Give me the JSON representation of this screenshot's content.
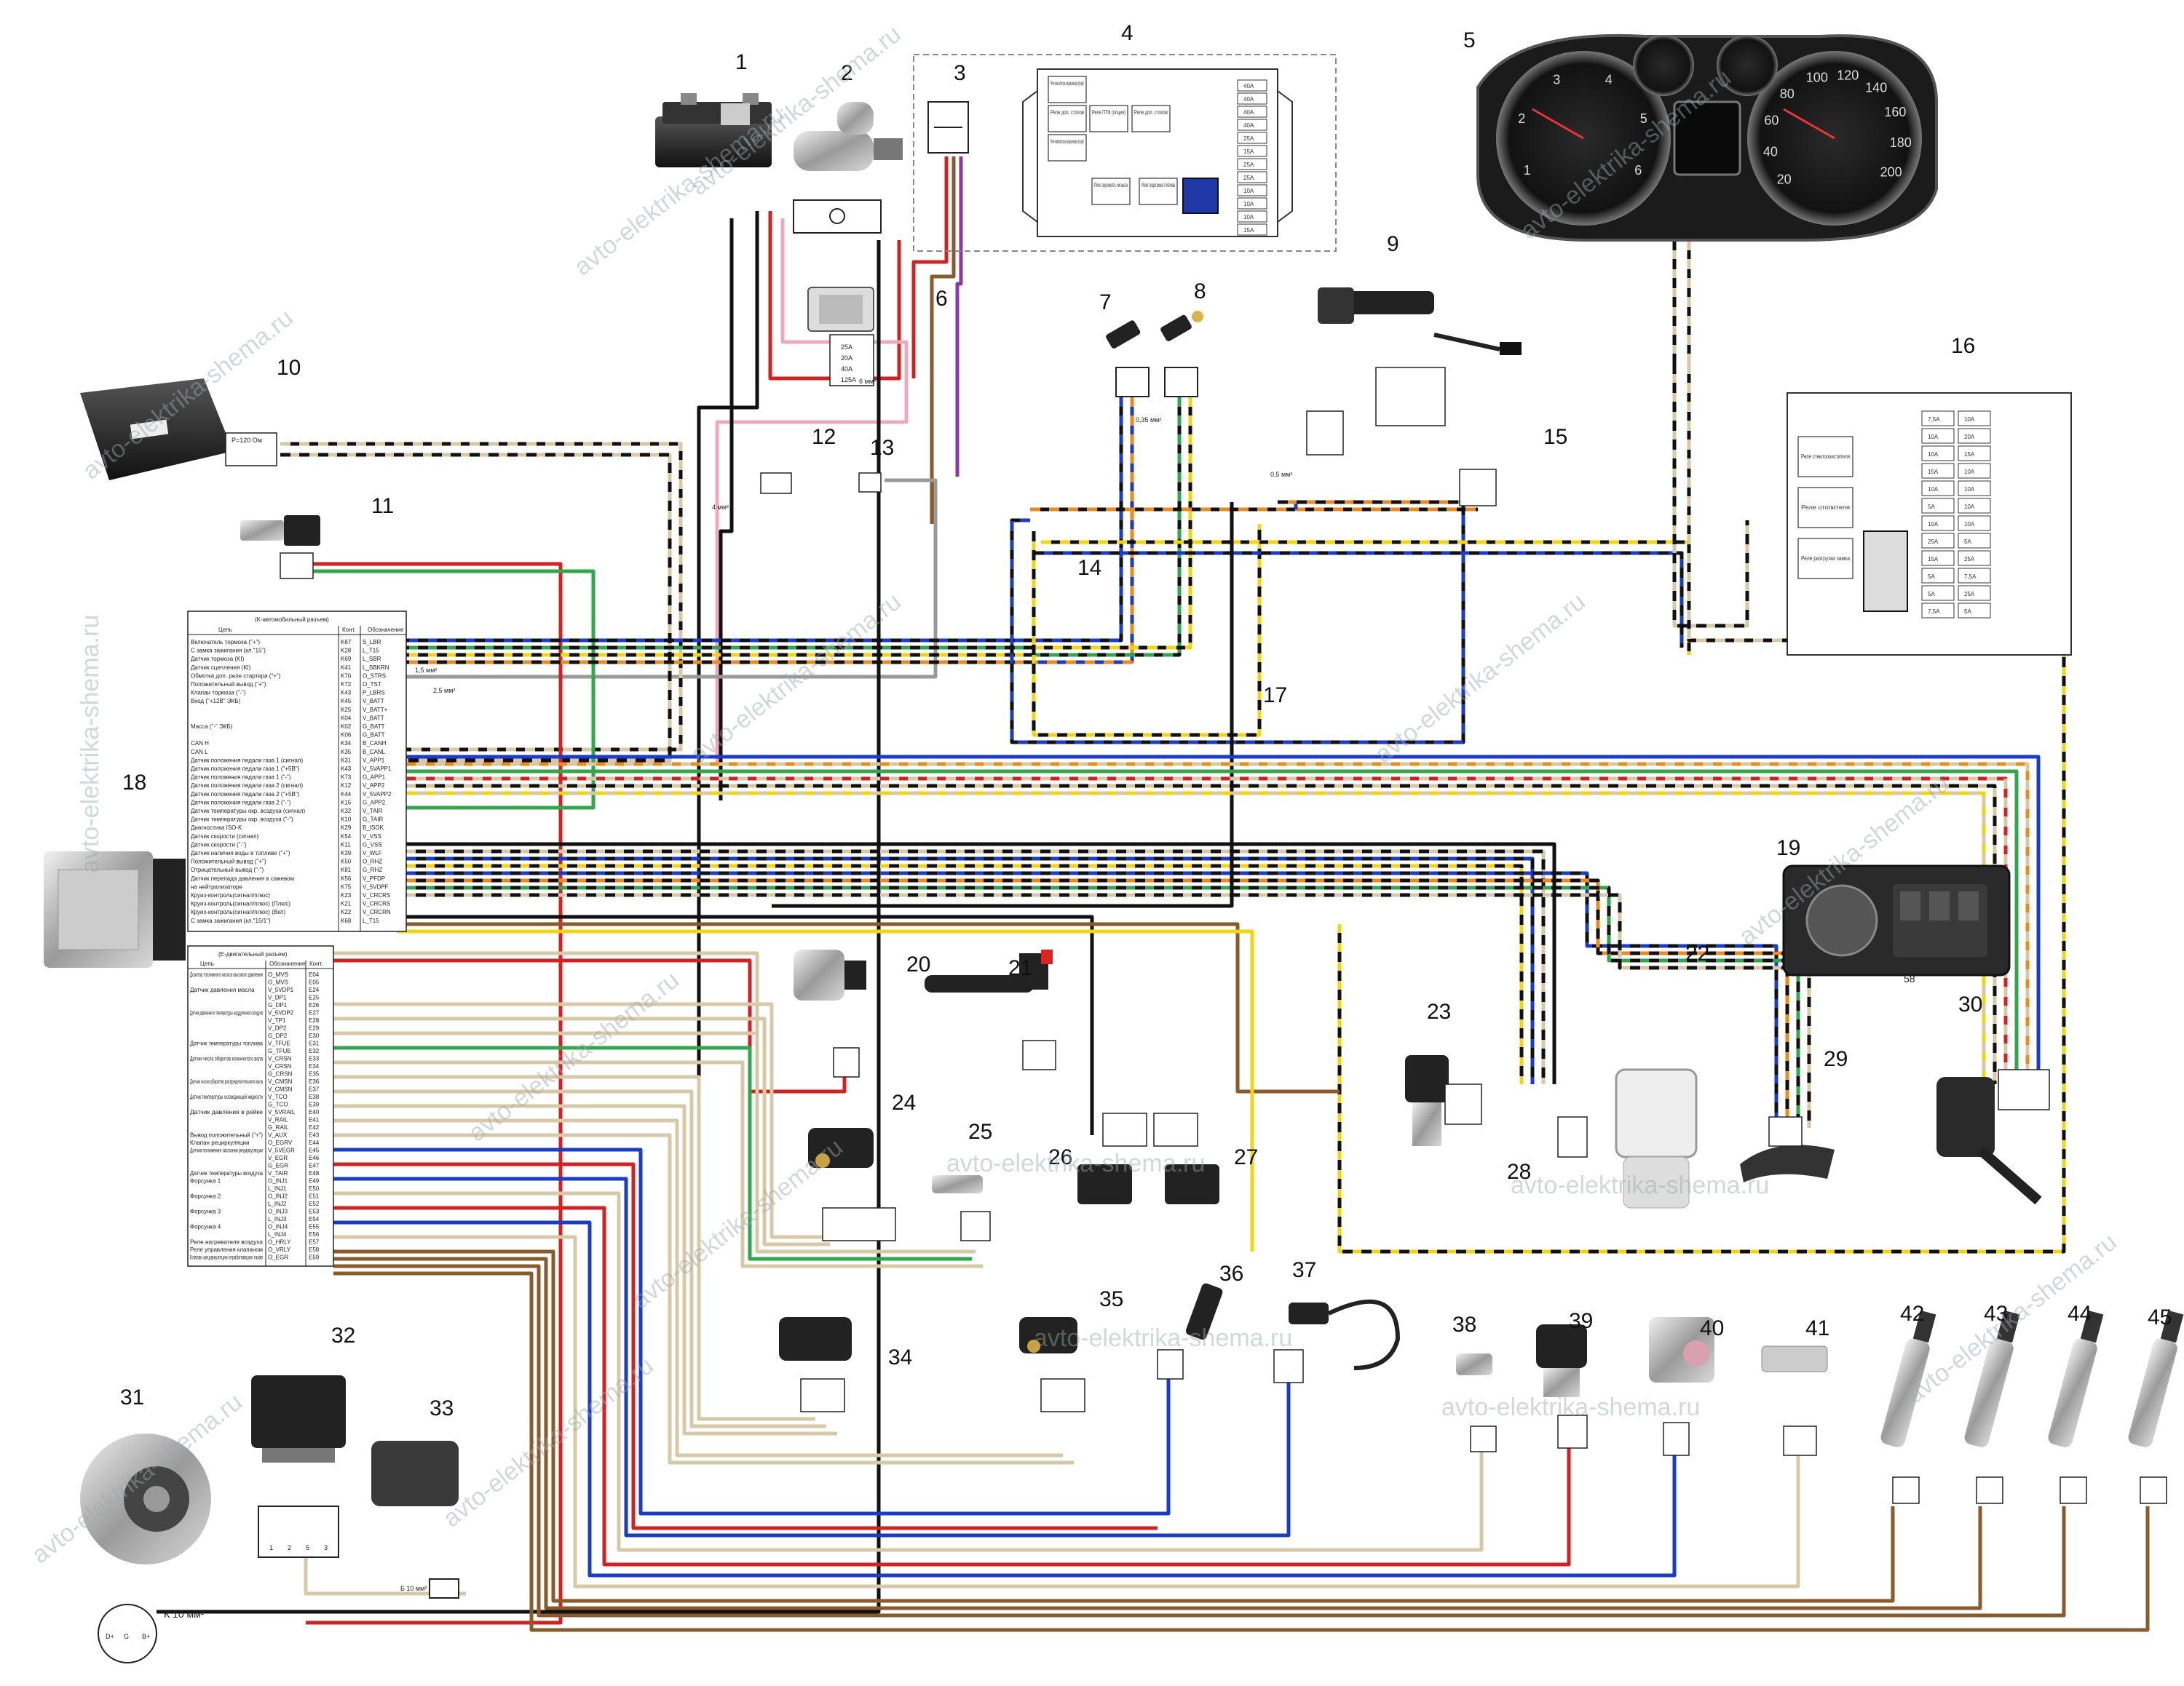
{
  "components": [
    {
      "id": "1"
    },
    {
      "id": "2"
    },
    {
      "id": "3"
    },
    {
      "id": "4"
    },
    {
      "id": "5"
    },
    {
      "id": "6"
    },
    {
      "id": "7"
    },
    {
      "id": "8"
    },
    {
      "id": "9"
    },
    {
      "id": "10"
    },
    {
      "id": "11"
    },
    {
      "id": "12"
    },
    {
      "id": "13"
    },
    {
      "id": "14"
    },
    {
      "id": "15"
    },
    {
      "id": "16"
    },
    {
      "id": "17"
    },
    {
      "id": "18"
    },
    {
      "id": "19"
    },
    {
      "id": "20"
    },
    {
      "id": "21"
    },
    {
      "id": "22"
    },
    {
      "id": "23"
    },
    {
      "id": "24"
    },
    {
      "id": "25"
    },
    {
      "id": "26"
    },
    {
      "id": "27"
    },
    {
      "id": "28"
    },
    {
      "id": "29"
    },
    {
      "id": "30"
    },
    {
      "id": "31"
    },
    {
      "id": "32"
    },
    {
      "id": "33"
    },
    {
      "id": "34"
    },
    {
      "id": "35"
    },
    {
      "id": "36"
    },
    {
      "id": "37"
    },
    {
      "id": "38"
    },
    {
      "id": "39"
    },
    {
      "id": "40"
    },
    {
      "id": "41"
    },
    {
      "id": "42"
    },
    {
      "id": "43"
    },
    {
      "id": "44"
    },
    {
      "id": "45"
    }
  ],
  "watermark": "avto-elektrika-shema.ru",
  "connector_k_title": "(K-автомобильный разъем)",
  "connector_k_header": [
    "Цепь",
    "Конт.",
    "Обозначение"
  ],
  "connector_k_rows": [
    [
      "Включатель тормоза (\"+\")",
      "K67",
      "S_LBR"
    ],
    [
      "С замка зажигания (кл.\"15\")",
      "K28",
      "L_T15"
    ],
    [
      "Датчик тормоза (KI)",
      "K69",
      "L_SBR"
    ],
    [
      "Датчик сцепления (KI)",
      "K41",
      "L_SBKRN"
    ],
    [
      "Обмотка доп. реле стартера (\"+\")",
      "K70",
      "O_STRS"
    ],
    [
      "Положительный вывод (\"+\")",
      "K72",
      "O_TST"
    ],
    [
      "Клапан тормоза (\"-\")",
      "K43",
      "P_LBRS"
    ],
    [
      "Вход (\"+12В\" ЭКБ)",
      "K45",
      "V_BATT"
    ],
    [
      "",
      "K25",
      "V_BATT+"
    ],
    [
      "",
      "K04",
      "V_BATT"
    ],
    [
      "Масса (\"-\" ЭКБ)",
      "K02",
      "G_BATT"
    ],
    [
      "",
      "K06",
      "G_BATT"
    ],
    [
      "CAN H",
      "K34",
      "B_CANH"
    ],
    [
      "CAN L",
      "K35",
      "B_CANL"
    ],
    [
      "Датчик положения педали газа 1 (сигнал)",
      "K31",
      "V_APP1"
    ],
    [
      "Датчик положения педали газа 1 (\"+5В\")",
      "K43",
      "V_5VAPP1"
    ],
    [
      "Датчик положения педали газа 1 (\"-\")",
      "K73",
      "G_APP1"
    ],
    [
      "Датчик положения педали газа 2 (сигнал)",
      "K12",
      "V_APP2"
    ],
    [
      "Датчик положения педали газа 2 (\"+5В\")",
      "K44",
      "V_5VAPP2"
    ],
    [
      "Датчик положения педали газа 2 (\"-\")",
      "K15",
      "G_APP2"
    ],
    [
      "Датчик температуры окр. воздуха (сигнал)",
      "K32",
      "V_TAIR"
    ],
    [
      "Датчик температуры окр. воздуха (\"-\")",
      "K10",
      "G_TAIR"
    ],
    [
      "Диагностика ISO-K",
      "K29",
      "B_ISOK"
    ],
    [
      "Датчик скорости (сигнал)",
      "K54",
      "V_VSS"
    ],
    [
      "Датчик скорости (\"-\")",
      "K11",
      "G_VSS"
    ],
    [
      "Датчик наличия воды в топливе (\"+\")",
      "K39",
      "V_WLF"
    ],
    [
      "Положительный вывод (\"+\")",
      "K50",
      "O_RHZ"
    ],
    [
      "Отрицательный вывод (\"-\")",
      "K81",
      "G_RHZ"
    ],
    [
      "Датчик перепада давления в сажевом",
      "K56",
      "V_PFDP"
    ],
    [
      "на нейтрализаторе",
      "K75",
      "V_5VDPF"
    ],
    [
      "Круиз-контроль(сигнал/плюс)",
      "K23",
      "V_CRCRS"
    ],
    [
      "Круиз-контроль(сигнал/плюс) (Плюс)",
      "K21",
      "V_CRCRS"
    ],
    [
      "Круиз-контроль(сигнал/плюс) (Вкл)",
      "K22",
      "V_CRCRN"
    ],
    [
      "С замка зажигания (кл.\"15/1\")",
      "K68",
      "L_T15"
    ]
  ],
  "connector_e_title": "(E-двигательный разъем)",
  "connector_e_header": [
    "Цепь",
    "Обозначение",
    "Конт."
  ],
  "connector_e_rows": [
    [
      "Дозатор топливного насоса высокого давления",
      "O_MVS",
      "E04"
    ],
    [
      "",
      "O_MVS",
      "E05"
    ],
    [
      "Датчик давления масла",
      "V_5VDP1",
      "E24"
    ],
    [
      "",
      "V_DP1",
      "E25"
    ],
    [
      "",
      "G_DP1",
      "E26"
    ],
    [
      "Датчик давления и температуры наддувочного воздуха",
      "V_5VDP2",
      "E27"
    ],
    [
      "",
      "V_TP1",
      "E28"
    ],
    [
      "",
      "V_DP2",
      "E29"
    ],
    [
      "",
      "G_DP2",
      "E30"
    ],
    [
      "Датчик температуры топлива",
      "V_TFUE",
      "E31"
    ],
    [
      "",
      "G_TFUE",
      "E32"
    ],
    [
      "Датчик числа оборотов коленчатого вала",
      "V_CRSN",
      "E33"
    ],
    [
      "",
      "V_CRSN",
      "E34"
    ],
    [
      "",
      "G_CRSN",
      "E35"
    ],
    [
      "Датчик числа оборотов распределительного вала",
      "V_CMSN",
      "E36"
    ],
    [
      "",
      "V_CMSN",
      "E37"
    ],
    [
      "Датчик температуры охлаждающей жидкости",
      "V_TCO",
      "E38"
    ],
    [
      "",
      "G_TCO",
      "E39"
    ],
    [
      "Датчик давления в рейке",
      "V_5VRAIL",
      "E40"
    ],
    [
      "",
      "V_RAIL",
      "E41"
    ],
    [
      "",
      "G_RAIL",
      "E42"
    ],
    [
      "Вывод положительный (\"+\")",
      "V_AUX",
      "E43"
    ],
    [
      "Клапан рециркуляции",
      "O_EGRV",
      "E44"
    ],
    [
      "Датчик положения заслонки рециркуляции",
      "V_5VEGR",
      "E45"
    ],
    [
      "",
      "V_EGR",
      "E46"
    ],
    [
      "",
      "G_EGR",
      "E47"
    ],
    [
      "Датчик температуры воздуха",
      "V_TAIR",
      "E48"
    ],
    [
      "Форсунка 1",
      "O_INJ1",
      "E49"
    ],
    [
      "",
      "L_INJ1",
      "E50"
    ],
    [
      "Форсунка 2",
      "O_INJ2",
      "E51"
    ],
    [
      "",
      "L_INJ2",
      "E52"
    ],
    [
      "Форсунка 3",
      "O_INJ3",
      "E53"
    ],
    [
      "",
      "L_INJ3",
      "E54"
    ],
    [
      "Форсунка 4",
      "O_INJ4",
      "E55"
    ],
    [
      "",
      "L_INJ4",
      "E56"
    ],
    [
      "Реле нагревателя воздуха",
      "O_HRLY",
      "E57"
    ],
    [
      "Реле управления клапаном",
      "O_VRLY",
      "E58"
    ],
    [
      "Клапан рециркуляции отработавших газов",
      "O_EGR",
      "E59"
    ]
  ],
  "fuse_box_4": {
    "relays": [
      "Реле вентилятора кондиционера (опция)",
      "Реле ПТФ (опция)",
      "Реле доп. стопов",
      "Реле доп. стопов",
      "Реле компрессора кондиционера (опция)",
      "Реле звукового сигнала",
      "Реле подогрева топлива"
    ],
    "fuses": [
      "40А",
      "40А",
      "40А",
      "40А",
      "25А",
      "15А",
      "25А",
      "25А",
      "10А",
      "10А",
      "10А",
      "15А"
    ]
  },
  "fuse_box_16": {
    "relays": [
      "Реле стеклоочистителя",
      "Реле отопителя",
      "Реле разгрузки замка"
    ],
    "fuses": [
      "7,5А",
      "10А",
      "10А",
      "20А",
      "10А",
      "15А",
      "15А",
      "10А",
      "10А",
      "10А",
      "5А",
      "10А",
      "10А",
      "10А",
      "25А",
      "5А",
      "15А",
      "25А",
      "5А",
      "7,5А",
      "5А",
      "25А",
      "7,5А",
      "5А"
    ]
  },
  "instrument_cluster": {
    "tach_ticks": [
      "1",
      "2",
      "3",
      "4",
      "5",
      "6"
    ],
    "speedo_ticks": [
      "20",
      "40",
      "60",
      "80",
      "100",
      "120",
      "140",
      "160",
      "180",
      "200"
    ]
  },
  "wire_labels": [
    "Б 10 мм²",
    "К 10 мм²",
    "4 мм²",
    "6 мм²",
    "2,5 мм²",
    "1,5 мм²",
    "0,5 мм²",
    "0,35 мм²",
    "25А",
    "20А",
    "40А",
    "125А",
    "Р=120 Ом",
    "58"
  ],
  "alternator_terminals": [
    "D+",
    "G",
    "B+"
  ],
  "relay32_terminals": [
    "1",
    "2",
    "5",
    "3"
  ],
  "colors": {
    "red": "#d62020",
    "green": "#2ea84a",
    "blue": "#1a3ccc",
    "yellow": "#f2d60a",
    "orange": "#ef8a16",
    "black": "#111111",
    "brown": "#8b5a2b",
    "pink": "#f0a8c0",
    "violet": "#8b3aa5",
    "beige": "#d8c9a6",
    "gray": "#999999",
    "white": "#ffffff"
  }
}
